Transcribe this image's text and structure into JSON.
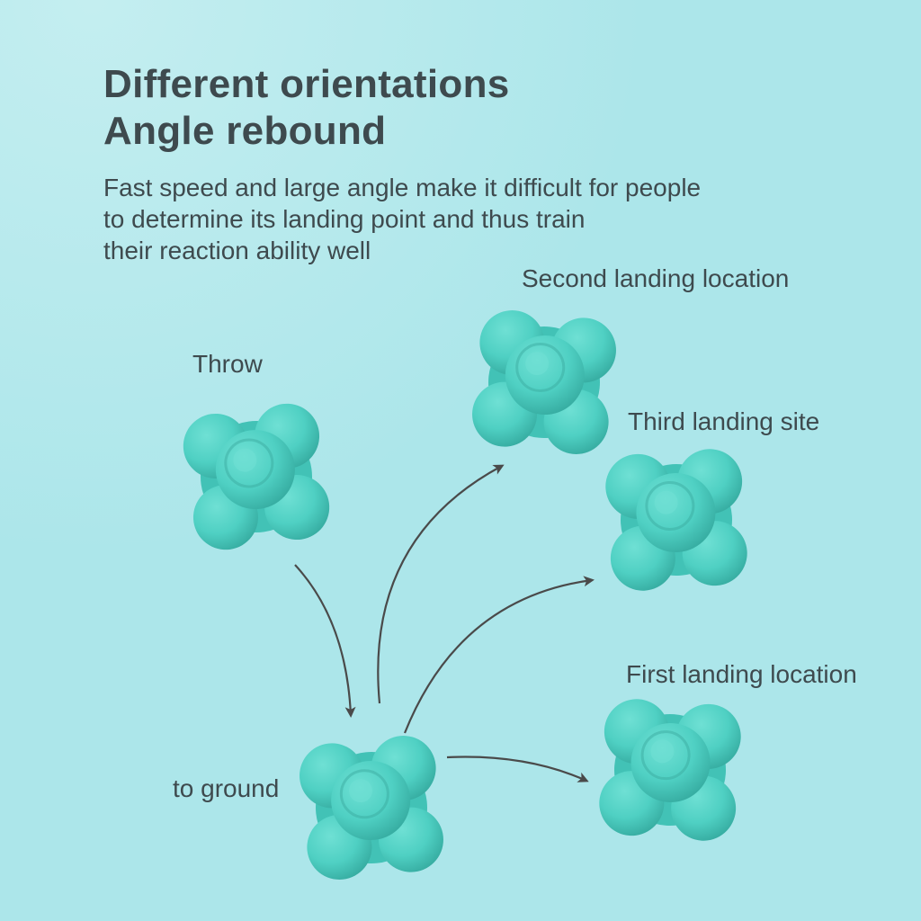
{
  "heading": {
    "line1": "Different orientations",
    "line2": "Angle rebound"
  },
  "description": {
    "line1": "Fast speed and large angle make it difficult for people",
    "line2": "to determine its landing point and thus train",
    "line3": "their reaction ability well"
  },
  "labels": {
    "throw": "Throw",
    "ground": "to ground",
    "second": "Second landing location",
    "third": "Third landing site",
    "first": "First landing location"
  },
  "colors": {
    "background": "#ace6ea",
    "ball": "#4fd0c3",
    "ball_shadow": "#3aa89e",
    "arrow": "#4a4a4a",
    "text": "#3e4a4e"
  },
  "icons": {
    "ball": "reaction-ball-icon",
    "arrow": "curved-arrow-icon"
  }
}
